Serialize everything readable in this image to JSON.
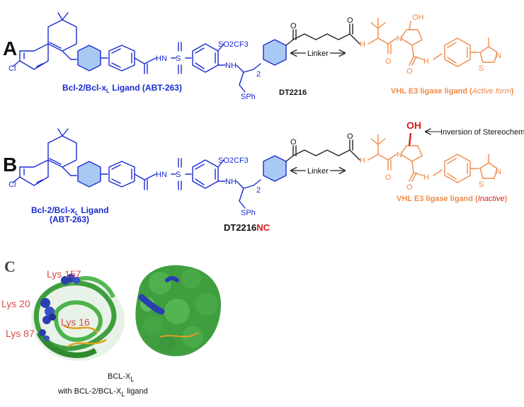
{
  "panel_a": {
    "letter": "A",
    "bcl_ligand_pre": "Bcl-2/Bcl-x",
    "bcl_ligand_sub": "L",
    "bcl_ligand_post": " Ligand (",
    "bcl_ligand_abt": "ABT-263",
    "bcl_ligand_close": ")",
    "compound_name": "DT2216",
    "linker_label": "Linker",
    "vhl_label_pre": "VHL E3 ligase ligand (",
    "vhl_label_state": "Active form",
    "vhl_label_close": ")"
  },
  "panel_b": {
    "letter": "B",
    "bcl_ligand_pre": "Bcl-2/Bcl-x",
    "bcl_ligand_sub": "L",
    "bcl_ligand_post": " Ligand",
    "bcl_ligand_abt": "(ABT-263)",
    "compound_name_main": "DT2216",
    "compound_name_suffix": "NC",
    "linker_label": "Linker",
    "vhl_label_pre": "VHL E3 ligase ligand (",
    "vhl_label_state": "Inactive",
    "vhl_label_close": ")",
    "stereo_note": "Inversion of Stereochemistry"
  },
  "atoms": {
    "cl": "Cl",
    "hn": "HN",
    "nh": "NH",
    "h": "H",
    "n": "N",
    "s": "S",
    "o": "O",
    "oh": "OH",
    "sph": "SPh",
    "so2cf3": "SO2CF3",
    "sub2": "2"
  },
  "panel_c": {
    "letter": "C",
    "residues": [
      "Lys 157",
      "Lys 20",
      "Lys 87",
      "Lys 16"
    ],
    "protein_pre": "BCL-X",
    "protein_sub": "L",
    "caption_pre": "with BCL-2/BCL-X",
    "caption_sub": "L",
    "caption_post": " ligand"
  },
  "colors": {
    "bcl_blue": "#1a2bd1",
    "vhl_orange": "#ef8a4a",
    "piperazine_fill": "#a9c9f5",
    "inactive_red": "#d91f1f",
    "protein_green": "#3f9f3f",
    "lysine_blue": "#2a3fb0"
  }
}
